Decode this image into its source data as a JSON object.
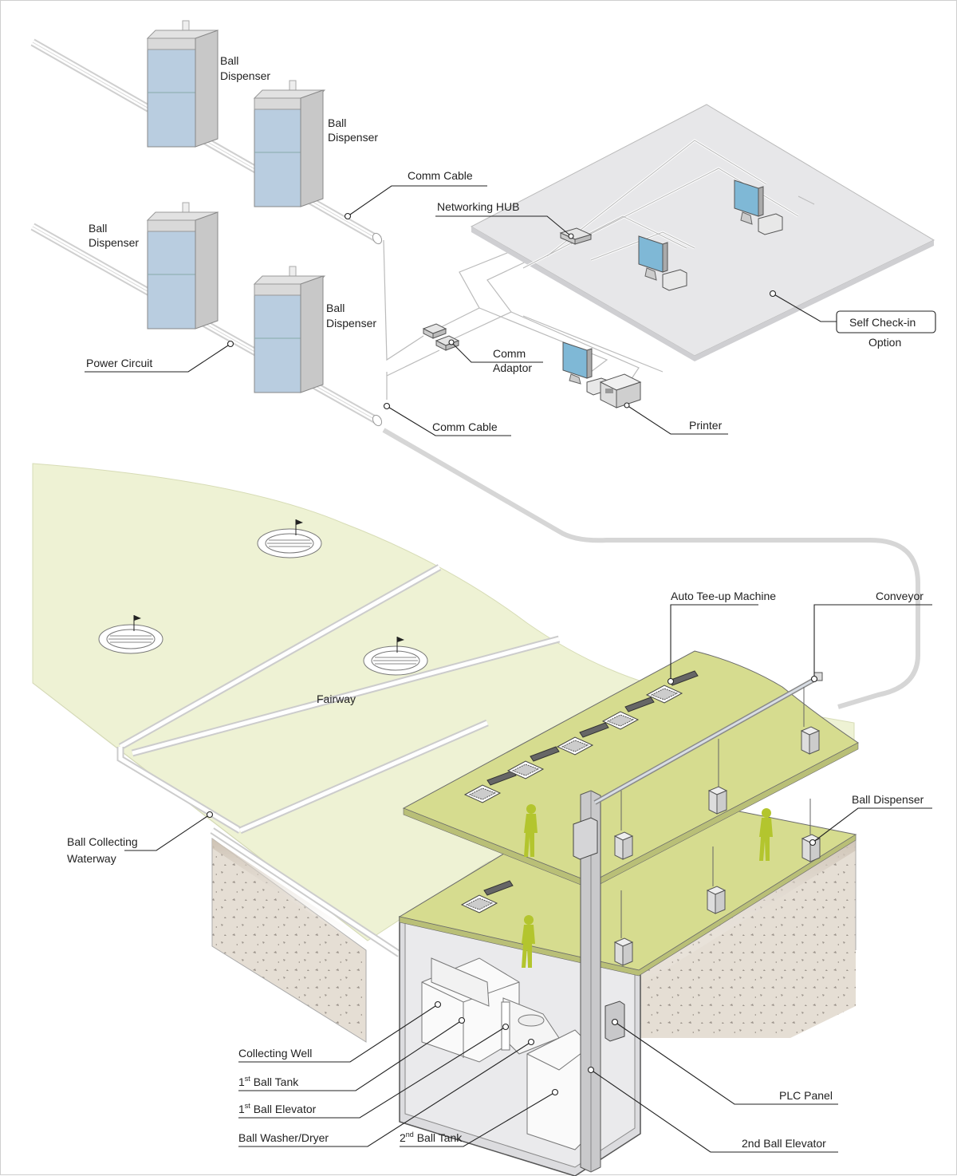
{
  "labels": {
    "ball_dispenser_1": [
      "Ball",
      "Dispenser"
    ],
    "ball_dispenser_2": [
      "Ball",
      "Dispenser"
    ],
    "ball_dispenser_3": [
      "Ball",
      "Dispenser"
    ],
    "ball_dispenser_4": [
      "Ball",
      "Dispenser"
    ],
    "comm_cable_top": "Comm Cable",
    "networking_hub": "Networking HUB",
    "power_circuit": "Power Circuit",
    "comm_adaptor": [
      "Comm",
      "Adaptor"
    ],
    "self_checkin": "Self Check-in",
    "option": "Option",
    "comm_cable_bottom": "Comm Cable",
    "printer": "Printer",
    "auto_teeup": "Auto Tee-up Machine",
    "conveyor": "Conveyor",
    "fairway": "Fairway",
    "ball_dispenser_right": "Ball Dispenser",
    "ball_collecting_waterway": [
      "Ball Collecting",
      "Waterway"
    ],
    "collecting_well": "Collecting Well",
    "first_ball_tank": {
      "num": "1",
      "sup": "st",
      "text": " Ball Tank"
    },
    "first_ball_elevator": {
      "num": "1",
      "sup": "st",
      "text": " Ball Elevator"
    },
    "ball_washer_dryer": "Ball Washer/Dryer",
    "second_ball_tank": {
      "num": "2",
      "sup": "nd",
      "text": " Ball Tank"
    },
    "plc_panel": "PLC Panel",
    "second_ball_elevator": "2nd Ball Elevator"
  },
  "colors": {
    "fairway": "#eef2d4",
    "deck": "#d5dc8e",
    "figure": "#b3c52e",
    "soil": "#e4ddd3",
    "floor": "#e6e6e8",
    "glass": "#b8cde0"
  }
}
